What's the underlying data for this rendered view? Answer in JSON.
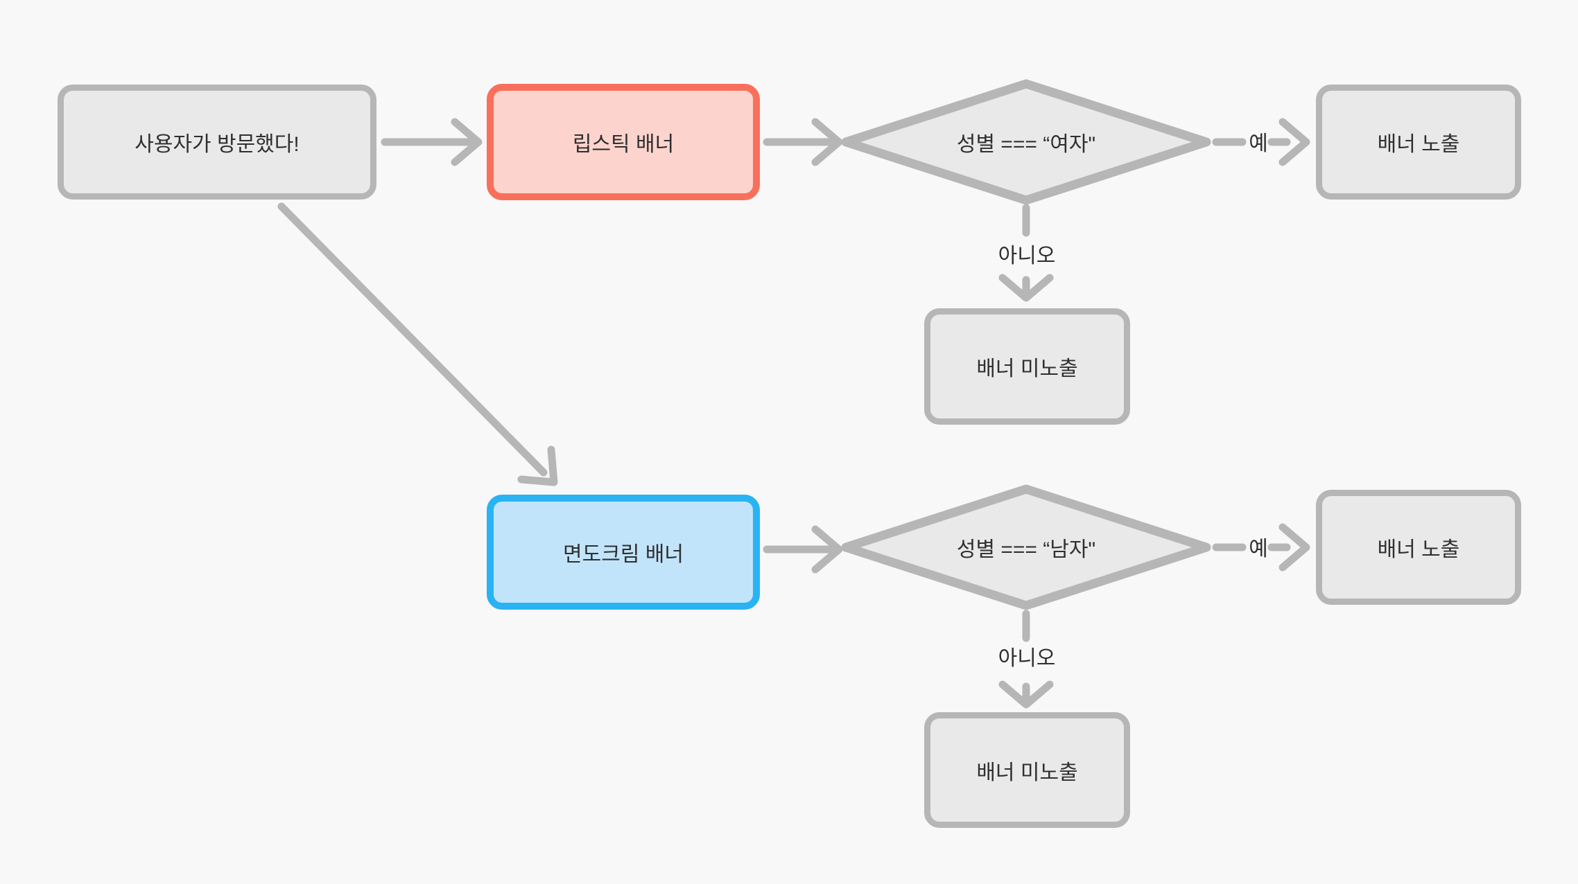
{
  "app": {
    "type": "flowchart-diagram"
  },
  "colors": {
    "background": "#f8f8f8",
    "gray_node_border": "#b6b6b6",
    "gray_node_fill": "#e9e9e9",
    "red_node_border": "#f8705c",
    "red_node_fill": "#fdd4cd",
    "blue_node_border": "#29b3f2",
    "blue_node_fill": "#c2e4fa",
    "arrow": "#b6b6b6",
    "text": "#2f2f2f"
  },
  "nodes": {
    "start": {
      "label": "사용자가 방문했다!"
    },
    "lipstick_banner": {
      "label": "립스틱 배너"
    },
    "decision_female": {
      "label": "성별 === “여자\""
    },
    "show_banner_top": {
      "label": "배너 노출"
    },
    "hide_banner_top": {
      "label": "배너 미노출"
    },
    "shaving_banner": {
      "label": "면도크림 배너"
    },
    "decision_male": {
      "label": "성별 === “남자\""
    },
    "show_banner_bottom": {
      "label": "배너 노출"
    },
    "hide_banner_bottom": {
      "label": "배너 미노출"
    }
  },
  "edge_labels": {
    "yes_top": "예",
    "no_top": "아니오",
    "yes_bottom": "예",
    "no_bottom": "아니오"
  }
}
